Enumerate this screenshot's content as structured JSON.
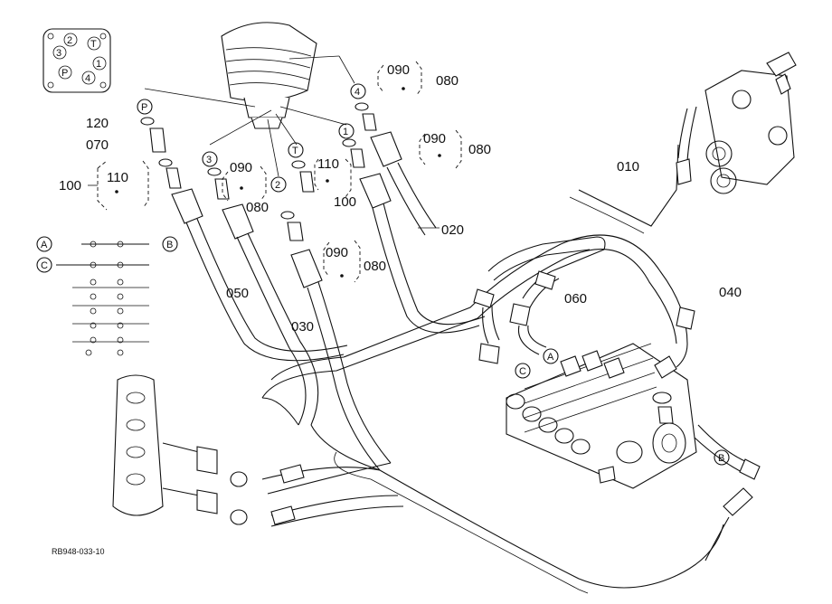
{
  "drawing_code": "RB948-033-10",
  "part_numbers": {
    "p010": "010",
    "p020": "020",
    "p030": "030",
    "p040": "040",
    "p050": "050",
    "p060": "060",
    "p070": "070",
    "p080": "080",
    "p090": "090",
    "p100": "100",
    "p110": "110",
    "p120": "120"
  },
  "port_markers": {
    "P": "P",
    "T": "T",
    "p1": "1",
    "p2": "2",
    "p3": "3",
    "p4": "4",
    "A": "A",
    "B": "B",
    "C": "C"
  }
}
